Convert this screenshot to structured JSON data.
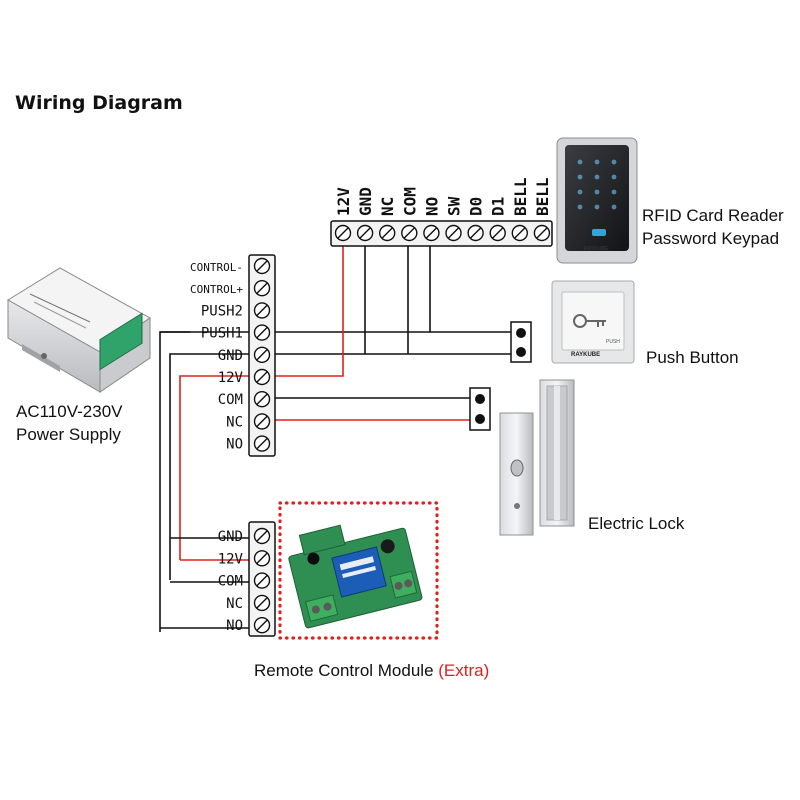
{
  "title": "Wiring Diagram",
  "controller_terminals": [
    "CONTROL-",
    "CONTROL+",
    "PUSH2",
    "PUSH1",
    "GND",
    "12V",
    "COM",
    "NC",
    "NO"
  ],
  "reader_terminals": [
    "12V",
    "GND",
    "NC",
    "COM",
    "NO",
    "SW",
    "D0",
    "D1",
    "BELL",
    "BELL"
  ],
  "remote_terminals": [
    "GND",
    "12V",
    "COM",
    "NC",
    "NO"
  ],
  "power_supply": {
    "line1": "AC110V-230V",
    "line2": "Power Supply"
  },
  "reader": {
    "line1": "RFID Card Reader",
    "line2": "Password Keypad",
    "brand": "RAYKUBE"
  },
  "push_button": {
    "label": "Push Button",
    "brand": "RAYKUBE",
    "caption": "PUSH"
  },
  "electric_lock": {
    "label": "Electric Lock"
  },
  "remote_module": {
    "label": "Remote Control Module",
    "extra": "(Extra)"
  },
  "colors": {
    "wire_black": "#111111",
    "wire_red": "#e0201c",
    "dotted_border": "#e0201c",
    "terminal_block": "#f3f3f3"
  }
}
